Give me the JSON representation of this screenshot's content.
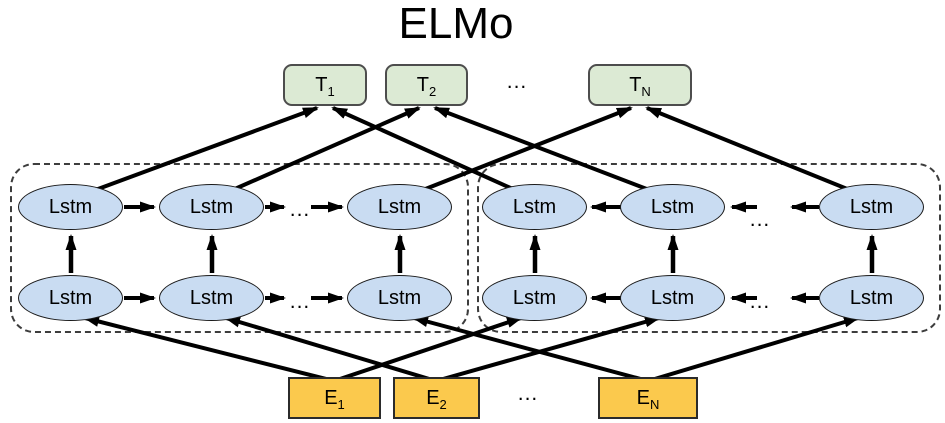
{
  "title": "ELMo",
  "labels": {
    "lstm": "Lstm",
    "ellipsis": "..."
  },
  "output_row": [
    {
      "base": "T",
      "sub": "1"
    },
    {
      "base": "T",
      "sub": "2"
    },
    {
      "base": "T",
      "sub": "N"
    }
  ],
  "embedding_row": [
    {
      "base": "E",
      "sub": "1"
    },
    {
      "base": "E",
      "sub": "2"
    },
    {
      "base": "E",
      "sub": "N"
    }
  ],
  "colors": {
    "bg": "#ffffff",
    "text-color": "#000000",
    "arrow-color": "#000000",
    "dashed-border": "#3d3d3d",
    "output-fill": "#dcead4",
    "output-border": "#4d4d4d",
    "lstm-fill": "#c9dcf2",
    "lstm-border": "#1a1a1a",
    "embed-fill": "#fbc94d",
    "embed-border": "#2b2b2b"
  }
}
